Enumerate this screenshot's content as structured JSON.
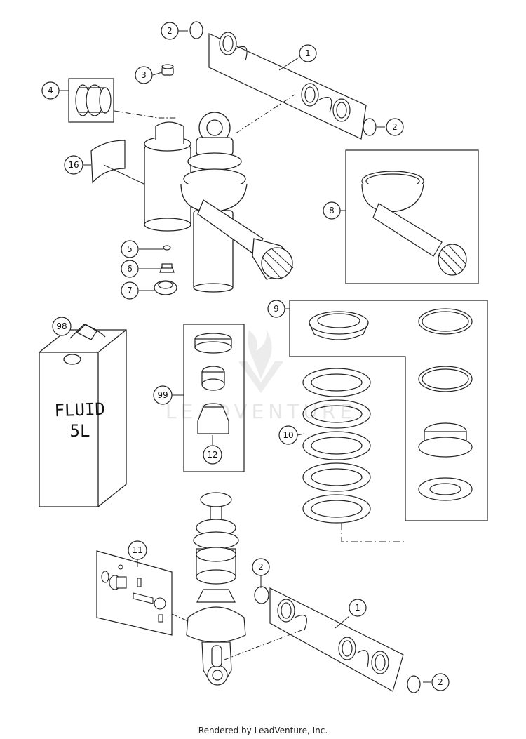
{
  "callouts": {
    "c1_top": "1",
    "c1_bottom": "1",
    "c2_top_left": "2",
    "c2_top_right": "2",
    "c2_bottom_left": "2",
    "c2_bottom_right": "2",
    "c3": "3",
    "c4": "4",
    "c5": "5",
    "c6": "6",
    "c7": "7",
    "c8": "8",
    "c9": "9",
    "c10": "10",
    "c11": "11",
    "c12": "12",
    "c16": "16",
    "c98": "98",
    "c99": "99"
  },
  "container_label": {
    "line1": "FLUID",
    "line2": "5L"
  },
  "watermark": "LEADVENTURE",
  "footer": "Rendered by LeadVenture, Inc."
}
